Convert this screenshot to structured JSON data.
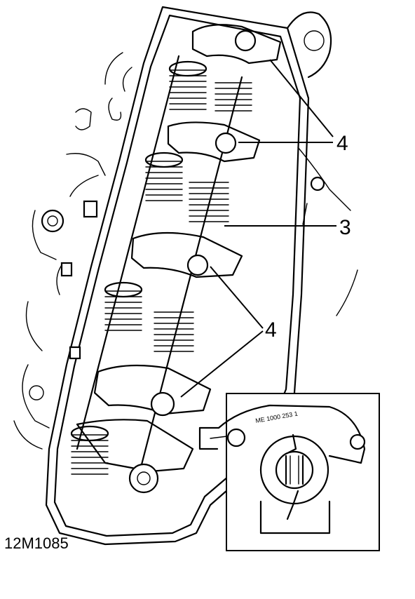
{
  "figure": {
    "reference_code": "12M1085",
    "callouts": [
      {
        "id": "callout-4-top",
        "label": "4"
      },
      {
        "id": "callout-3",
        "label": "3"
      },
      {
        "id": "callout-4-middle",
        "label": "4"
      }
    ]
  },
  "inset": {
    "stamped_text": "ME 1000 253 1"
  }
}
